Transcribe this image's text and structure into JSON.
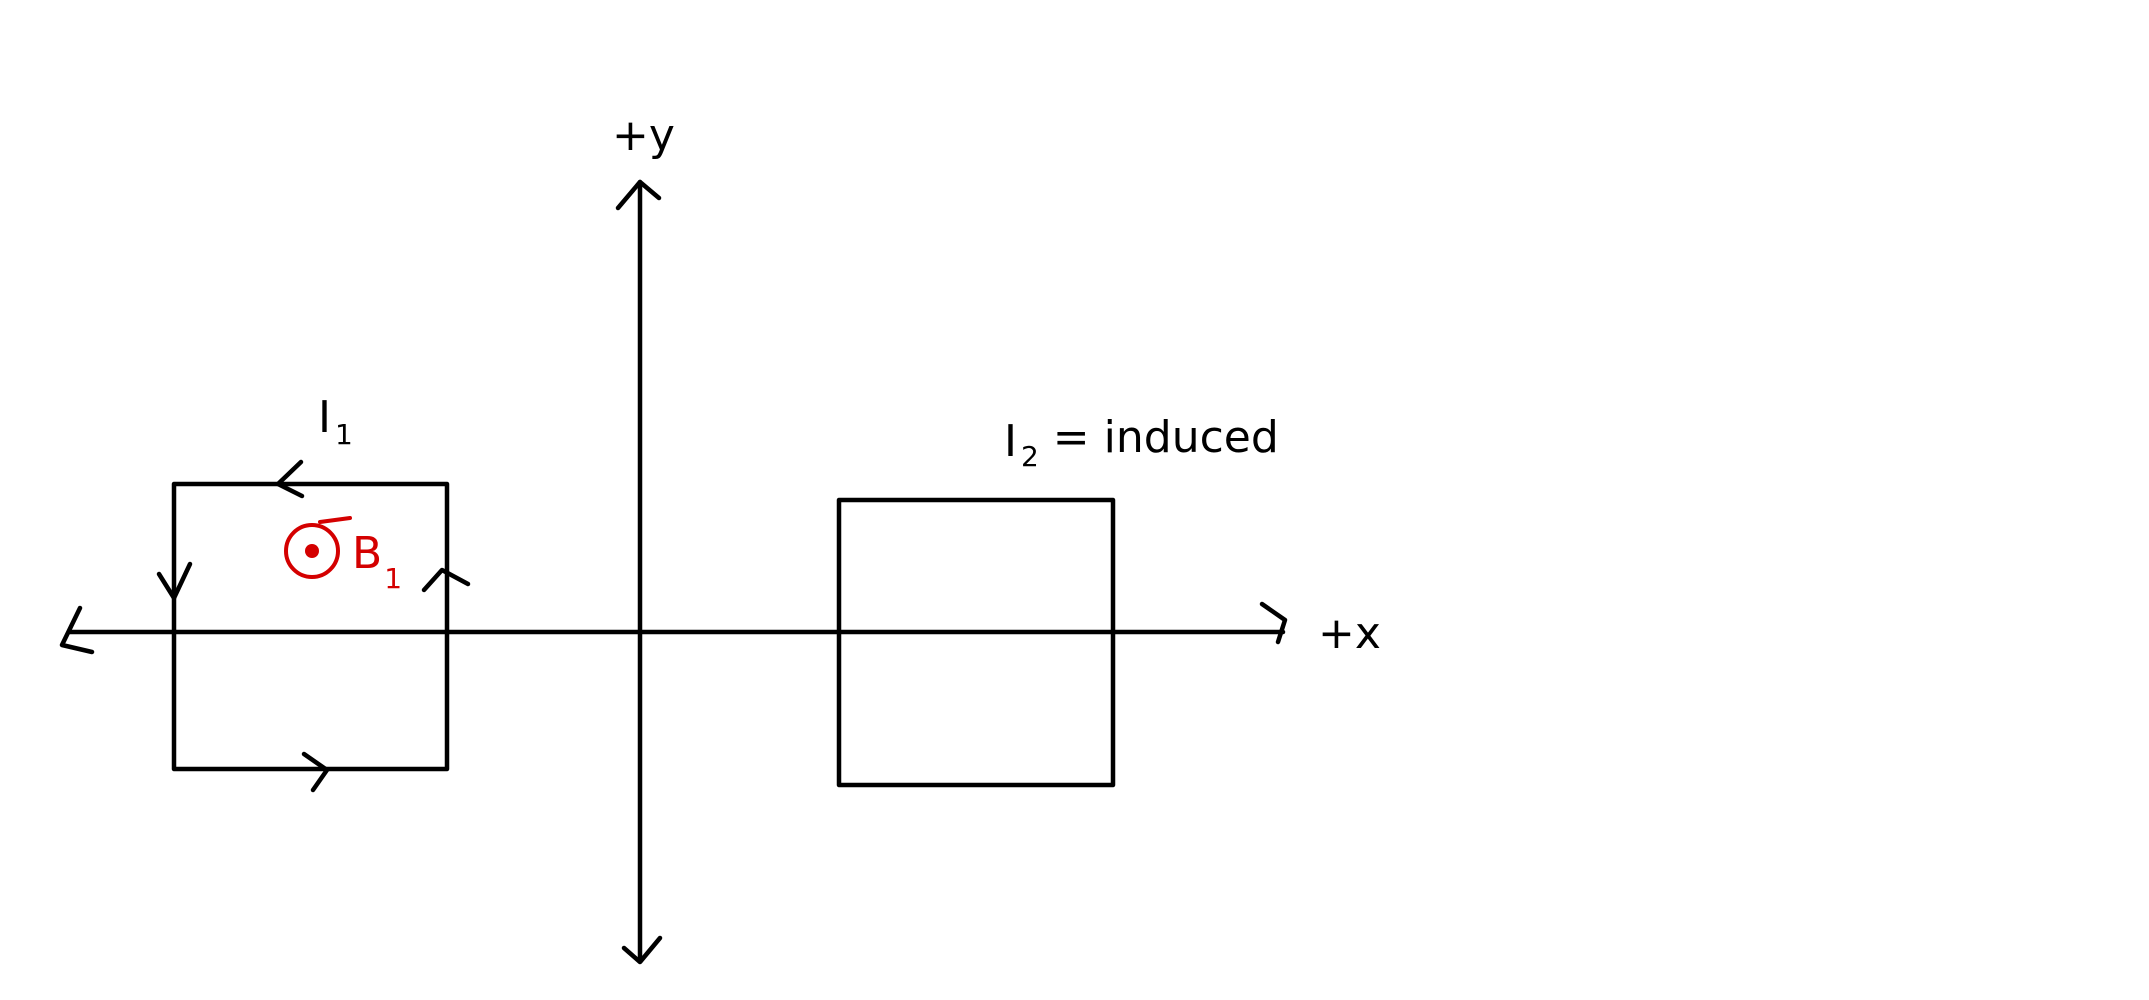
{
  "axes": {
    "x_label": "+x",
    "y_label": "+y"
  },
  "loop1": {
    "label": "I",
    "subscript": "1",
    "current_direction": "counterclockwise"
  },
  "loop2": {
    "label": "I",
    "subscript": "2",
    "suffix": " = induced"
  },
  "field": {
    "label": "B",
    "subscript": "1",
    "symbol": "out-of-page-dot"
  },
  "colors": {
    "ink": "#000000",
    "field": "#d40000"
  }
}
